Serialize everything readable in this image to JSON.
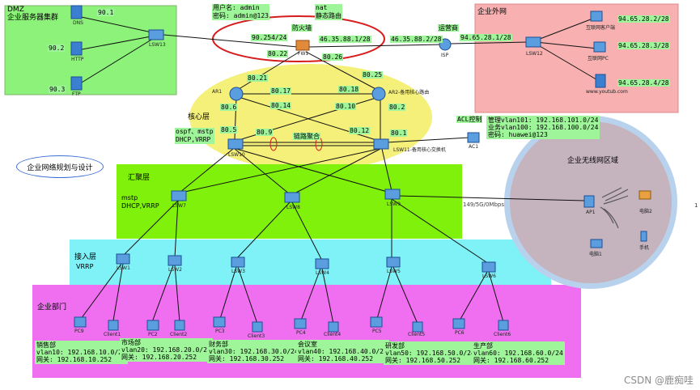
{
  "title": "企业网络规划与设计",
  "watermark": "CSDN @鹿痴哇",
  "edge_note": "1",
  "zones": {
    "dmz": {
      "line1": "DMZ",
      "line2": "企业服务器集群"
    },
    "external": "企业外网",
    "core": "核心层",
    "aggregation": "汇聚层",
    "access": "接入层",
    "departments": "企业部门",
    "wireless": "企业无线网区域"
  },
  "dmz_tags": [
    "90.1",
    "90.2",
    "90.3"
  ],
  "server_labels": [
    "DNS",
    "HTTP",
    "FTP"
  ],
  "firewall": {
    "label": "防火墙",
    "user": "用户名: admin",
    "pass": "密码: admin@123",
    "nat": "nat",
    "static_route": "静态路由",
    "device": "FW1",
    "left_ip": "90.254/24",
    "right_ip": "46.35.88.1/28",
    "down_left": "80.22",
    "down_right": "80.26"
  },
  "isp": {
    "label": "运营商",
    "device": "ISP",
    "left_ip": "46.35.88.2/28",
    "right_ip": "94.65.28.1/28"
  },
  "external_tags": [
    "94.65.28.2/28",
    "94.65.28.3/28",
    "94.65.28.4/28"
  ],
  "external_labels": [
    "互联网客户端",
    "互联网PC",
    "www.youtub.com"
  ],
  "core_tags": {
    "ar1_top": "80.21",
    "ar1_mid": "80.17",
    "ar1_b1": "80.14",
    "ar1_b2": "80.6",
    "ar2_top": "80.25",
    "ar2_mid": "80.18",
    "ar2_b1": "80.10",
    "ar2_b2": "80.2",
    "l_sw": "80.5",
    "mid_l": "80.9",
    "mid_r": "80.12",
    "r_sw": "80.1"
  },
  "core_devices": {
    "ar1": "AR1",
    "ar2": "AR2-备用核心路由",
    "lsw10": "LSW10",
    "lsw11": "LSW11-备用核心交换机"
  },
  "core_notes": {
    "ospf": "ospf、mstp",
    "dhcp": "DHCP,VRRP",
    "link_agg": "链路聚合"
  },
  "acl": {
    "label": "ACL控制",
    "device": "AC1",
    "mgmt": "管理vlan101: 192.168.101.0/24",
    "biz": "业务vlan100: 192.168.100.0/24",
    "pwd": "密码: huawei@123"
  },
  "agg_notes": {
    "mstp": "mstp",
    "dhcp": "DHCP,VRRP"
  },
  "agg_devices": [
    "LSW7",
    "LSW8",
    "LSW9"
  ],
  "access_note": "VRRP",
  "access_devices": [
    "LSW1",
    "LSW2",
    "LSW3",
    "LSW4",
    "LSW5",
    "LSW6"
  ],
  "wireless": {
    "link": "149/5G/0Mbps",
    "ap": "AP1",
    "devices": [
      "电脑2",
      "手机",
      "电脑1"
    ]
  },
  "clients": [
    "PC9",
    "Client1",
    "PC2",
    "Client2",
    "PC3",
    "Client3",
    "PC4",
    "Client4",
    "PC5",
    "Client5",
    "PC6",
    "Client6"
  ],
  "depts": [
    {
      "name": "销售部",
      "vlan": "vlan10: 192.168.10.0/24",
      "gw": "网关: 192.168.10.252"
    },
    {
      "name": "市场部",
      "vlan": "vlan20: 192.168.20.0/24",
      "gw": "网关: 192.168.20.252"
    },
    {
      "name": "财务部",
      "vlan": "vlan30: 192.168.30.0/24",
      "gw": "网关: 192.168.30.252"
    },
    {
      "name": "会议室",
      "vlan": "vlan40: 192.168.40.0/24",
      "gw": "网关: 192.168.40.252"
    },
    {
      "name": "研发部",
      "vlan": "vlan50: 192.168.50.0/24",
      "gw": "网关: 192.168.50.252"
    },
    {
      "name": "生产部",
      "vlan": "vlan60: 192.168.60.0/24",
      "gw": "网关: 192.168.60.252"
    }
  ],
  "colors": {
    "dmz_bg": "#8cf279",
    "ext_bg": "#f8b0b0",
    "core_bg": "#f5f07a",
    "agg_bg": "#7ff10a",
    "access_bg": "#7ef2f6",
    "dept_bg": "#f06ef0",
    "wireless_ring": "#b8d2ee",
    "wireless_fill": "#c5b4be",
    "tag_bg": "#9ff59a",
    "fw_oval": "#d61c1c",
    "device": "#3a7fd0"
  }
}
